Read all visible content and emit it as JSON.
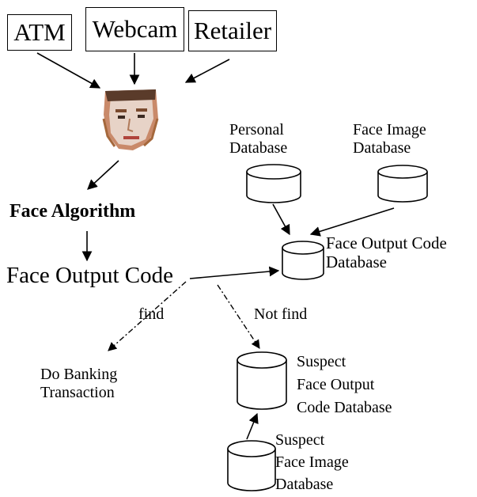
{
  "sources": {
    "atm": "ATM",
    "webcam": "Webcam",
    "retailer": "Retailer"
  },
  "face_algorithm": "Face Algorithm",
  "face_output_code": "Face Output Code",
  "databases": {
    "personal": [
      "Personal",
      "Database"
    ],
    "face_image": [
      "Face Image",
      "Database"
    ],
    "face_output_code": [
      "Face Output Code",
      "Database"
    ],
    "suspect_face_output_code": [
      "Suspect",
      "Face Output",
      "Code Database"
    ],
    "suspect_face_image": [
      "Suspect",
      "Face Image",
      "Database"
    ]
  },
  "edges": {
    "find": "find",
    "not_find": "Not find"
  },
  "banking": [
    "Do Banking",
    "Transaction"
  ],
  "colors": {
    "stroke": "#000000",
    "background": "#ffffff"
  },
  "icons": {
    "face": "face-photo-icon",
    "database": "database-cylinder-icon"
  }
}
